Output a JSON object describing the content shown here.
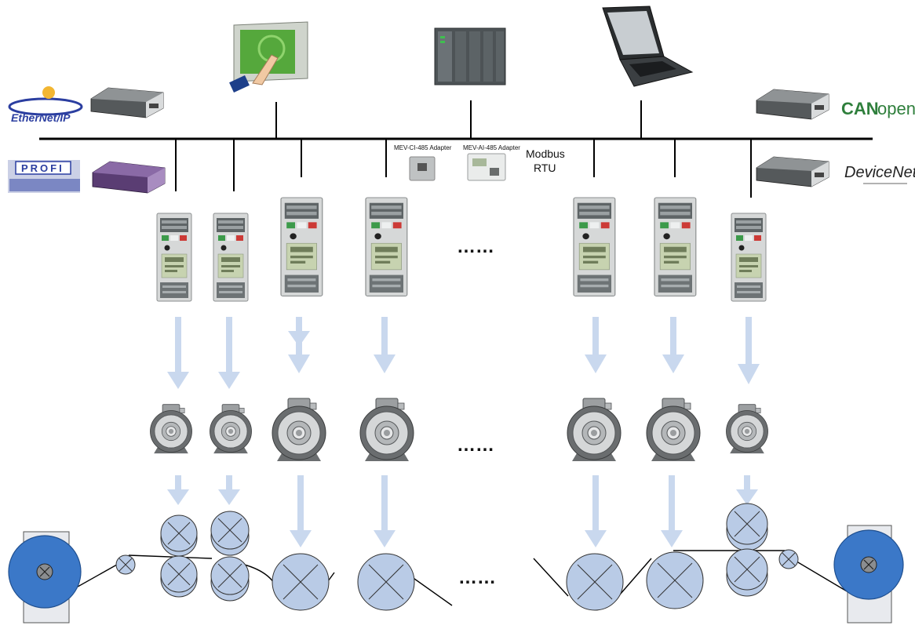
{
  "protocols": {
    "ethernet_ip": "EtherNet/IP",
    "profi": "PROFI",
    "can": "CAN",
    "open": "open",
    "devicenet": "DeviceNet"
  },
  "adapters": {
    "ci485": "MEV-CI-485 Adapter",
    "ai485": "MEV-AI-485 Adapter"
  },
  "modbus": {
    "line1": "Modbus",
    "line2": "RTU"
  },
  "ellipsis": "……",
  "colors": {
    "bus": "#000000",
    "arrow": "#c9d8ee",
    "roller_fill": "#b9cbe6",
    "coil_fill": "#3b78c8",
    "web_line": "#000000"
  }
}
